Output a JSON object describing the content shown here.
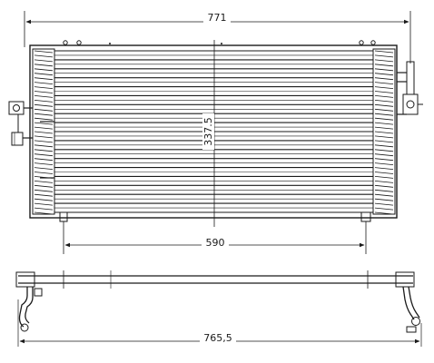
{
  "drawing": {
    "line_color": "#1a1a1a",
    "dimensions": {
      "overall_width": "771",
      "core_height": "337.5",
      "bracket_spacing": "590",
      "side_view_length": "765,5"
    }
  }
}
